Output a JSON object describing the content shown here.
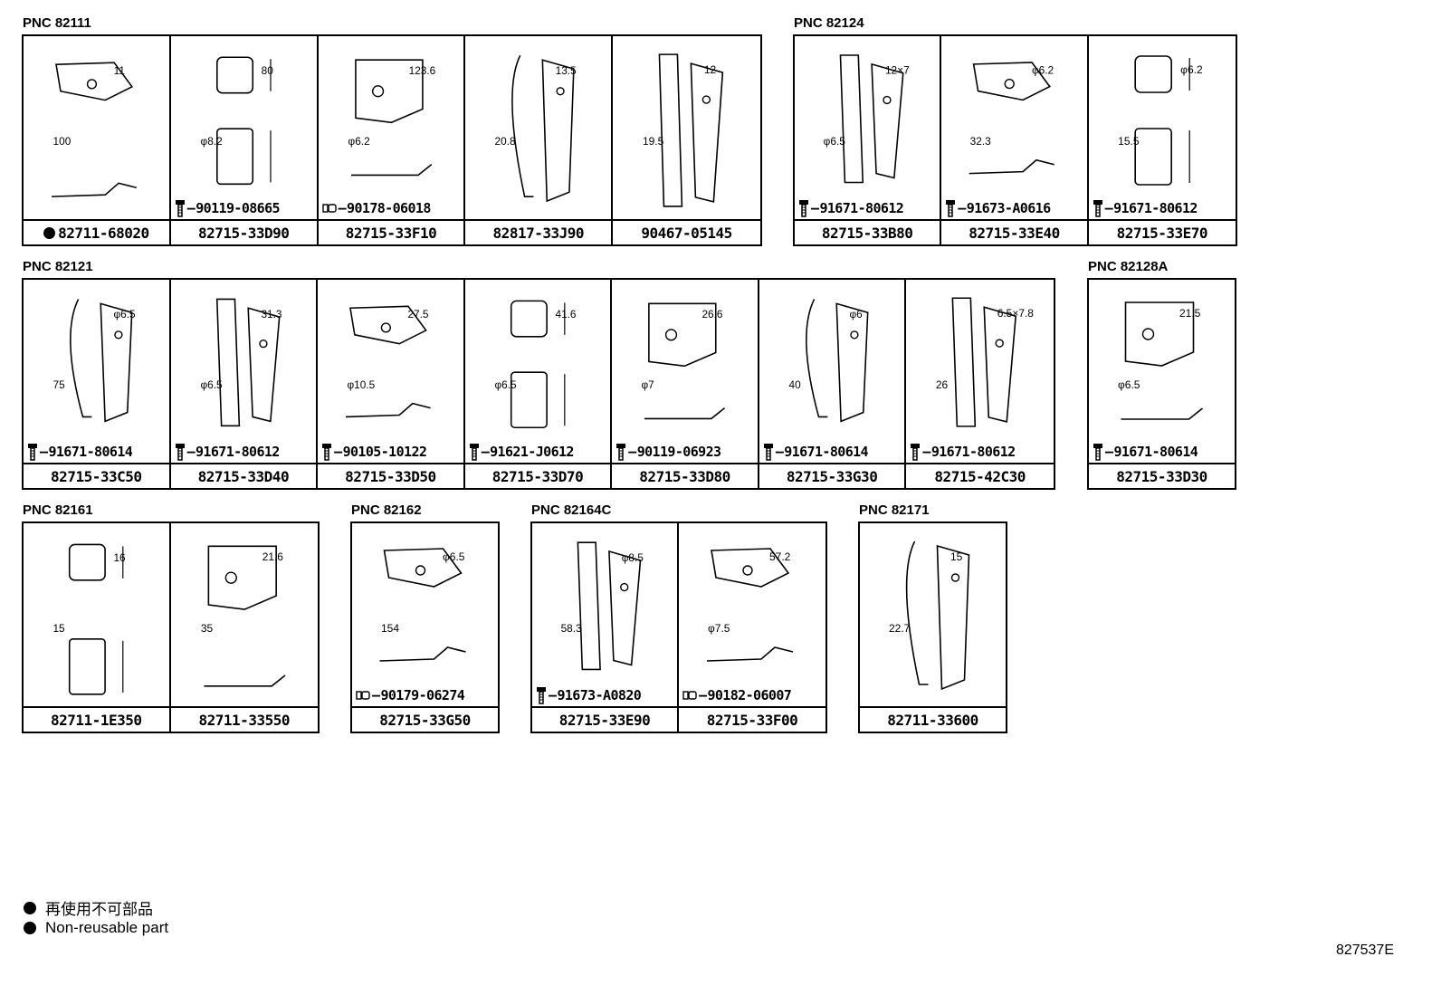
{
  "groups": [
    {
      "pnc": "PNC 82111",
      "cells": [
        {
          "part": "82711-68020",
          "nonreusable": true,
          "hw": "",
          "dims": [
            "11",
            "100"
          ]
        },
        {
          "part": "82715-33D90",
          "hw": "90119-08665",
          "hw_kind": "bolt",
          "dims": [
            "80",
            "φ8.2"
          ]
        },
        {
          "part": "82715-33F10",
          "hw": "90178-06018",
          "hw_kind": "nut",
          "dims": [
            "123.6",
            "φ6.2"
          ]
        },
        {
          "part": "82817-33J90",
          "hw": "",
          "dims": [
            "13.5",
            "20.8"
          ]
        },
        {
          "part": "90467-05145",
          "hw": "",
          "dims": [
            "12",
            "19.5"
          ]
        }
      ]
    },
    {
      "pnc": "PNC 82124",
      "cells": [
        {
          "part": "82715-33B80",
          "hw": "91671-80612",
          "hw_kind": "bolt",
          "dims": [
            "12×7",
            "φ6.5"
          ]
        },
        {
          "part": "82715-33E40",
          "hw": "91673-A0616",
          "hw_kind": "bolt",
          "dims": [
            "φ6.2",
            "32.3"
          ]
        },
        {
          "part": "82715-33E70",
          "hw": "91671-80612",
          "hw_kind": "bolt",
          "dims": [
            "φ6.2",
            "15.5"
          ]
        }
      ]
    },
    {
      "pnc": "PNC 82121",
      "cells": [
        {
          "part": "82715-33C50",
          "hw": "91671-80614",
          "hw_kind": "bolt",
          "dims": [
            "φ6.5",
            "75"
          ]
        },
        {
          "part": "82715-33D40",
          "hw": "91671-80612",
          "hw_kind": "bolt",
          "dims": [
            "31.3",
            "φ6.5"
          ]
        },
        {
          "part": "82715-33D50",
          "hw": "90105-10122",
          "hw_kind": "bolt",
          "dims": [
            "27.5",
            "φ10.5"
          ]
        },
        {
          "part": "82715-33D70",
          "hw": "91621-J0612",
          "hw_kind": "bolt",
          "dims": [
            "41.6",
            "φ6.5"
          ]
        },
        {
          "part": "82715-33D80",
          "hw": "90119-06923",
          "hw_kind": "bolt",
          "dims": [
            "26.6",
            "φ7"
          ]
        },
        {
          "part": "82715-33G30",
          "hw": "91671-80614",
          "hw_kind": "bolt",
          "dims": [
            "φ6",
            "40"
          ]
        },
        {
          "part": "82715-42C30",
          "hw": "91671-80612",
          "hw_kind": "bolt",
          "dims": [
            "6.5×7.8",
            "26"
          ]
        }
      ]
    },
    {
      "pnc": "PNC 82128A",
      "cells": [
        {
          "part": "82715-33D30",
          "hw": "91671-80614",
          "hw_kind": "bolt",
          "dims": [
            "21.5",
            "φ6.5"
          ]
        }
      ]
    },
    {
      "pnc": "PNC 82161",
      "cells": [
        {
          "part": "82711-1E350",
          "hw": "",
          "dims": [
            "16",
            "15"
          ]
        },
        {
          "part": "82711-33550",
          "hw": "",
          "dims": [
            "21.6",
            "35"
          ]
        }
      ]
    },
    {
      "pnc": "PNC 82162",
      "cells": [
        {
          "part": "82715-33G50",
          "hw": "90179-06274",
          "hw_kind": "nut",
          "dims": [
            "φ6.5",
            "154"
          ]
        }
      ]
    },
    {
      "pnc": "PNC 82164C",
      "cells": [
        {
          "part": "82715-33E90",
          "hw": "91673-A0820",
          "hw_kind": "bolt",
          "dims": [
            "φ8.5",
            "58.3"
          ]
        },
        {
          "part": "82715-33F00",
          "hw": "90182-06007",
          "hw_kind": "nut",
          "dims": [
            "57.2",
            "φ7.5"
          ]
        }
      ]
    },
    {
      "pnc": "PNC 82171",
      "cells": [
        {
          "part": "82711-33600",
          "hw": "",
          "dims": [
            "15",
            "22.7"
          ]
        }
      ]
    }
  ],
  "legend": {
    "japanese": "再使用不可部品",
    "english": "Non-reusable part"
  },
  "reference": "827537E"
}
